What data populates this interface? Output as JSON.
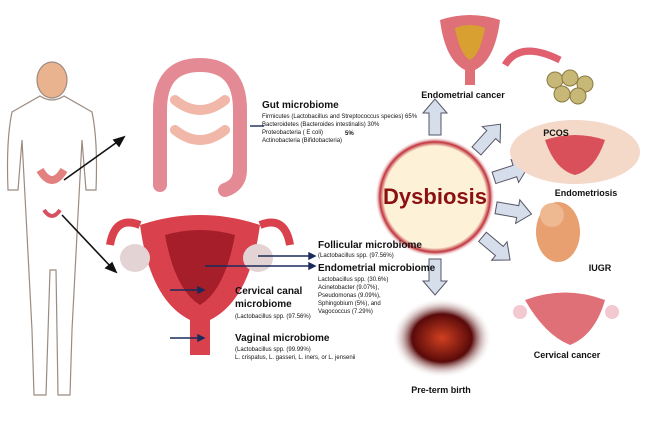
{
  "center": {
    "title": "Dysbiosis",
    "color": "#8b1010"
  },
  "gut": {
    "title": "Gut  microbiome",
    "lines": [
      "Firmicutes (Lactobacillus and Streptococcus species) 65%",
      "Bacteroidetes (Bacteroides intestinalis) 30%",
      "Proteobacteria ( E coli)",
      "Actinobacteria (Bifidobacteria)"
    ],
    "bracket_value": "5%"
  },
  "follicular": {
    "title": "Follicular microbiome",
    "detail": "(Lactobacillus spp. (97.56%)"
  },
  "endometrial": {
    "title": "Endometrial  microbiome",
    "lines": [
      "Lactobacillus spp. (30.6%)",
      "Acinetobacter (9.07%),",
      "Pseudomonas (9.09%),",
      "Sphingobium (5%), and",
      "Vagococcus (7.29%)"
    ]
  },
  "cervical": {
    "title_1": "Cervical canal",
    "title_2": "microbiome",
    "detail": "(Lactobacillus spp. (97.56%)"
  },
  "vaginal": {
    "title": "Vaginal microbiome",
    "detail_1": "(Lactobacillus spp. (99.99%)",
    "detail_2": "L. crispatus, L. gasseri, L. iners, or L. jensenii"
  },
  "outcomes": {
    "endometrial_cancer": "Endometrial cancer",
    "pcos": "PCOS",
    "endometriosis": "Endometriosis",
    "iugr": "IUGR",
    "cervical_cancer": "Cervical cancer",
    "preterm": "Pre-term birth"
  }
}
